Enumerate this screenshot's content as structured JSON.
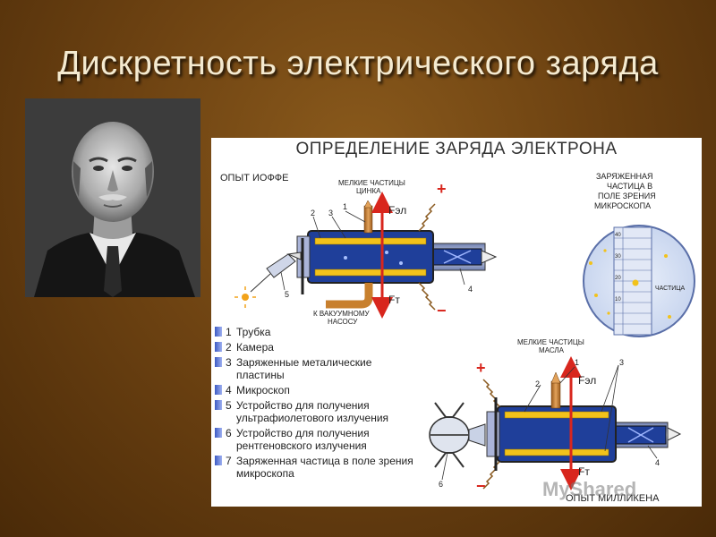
{
  "slide": {
    "title": "Дискретность электрического заряда"
  },
  "panel": {
    "title": "ОПРЕДЕЛЕНИЕ ЗАРЯДА ЭЛЕКТРОНА",
    "ioffe": {
      "heading": "ОПЫТ ИОФФЕ",
      "zinc_label_1": "МЕЛКИЕ ЧАСТИЦЫ",
      "zinc_label_2": "ЦИНКА",
      "vacuum_label_1": "К ВАКУУМНОМУ",
      "vacuum_label_2": "НАСОСУ",
      "force_el": "Fэл",
      "force_t": "Fт",
      "plus": "+",
      "minus": "−",
      "num_1": "1",
      "num_2": "2",
      "num_3": "3",
      "num_4": "4",
      "num_5": "5"
    },
    "microscope": {
      "label_1": "ЗАРЯЖЕННАЯ",
      "label_2": "ЧАСТИЦА В",
      "label_3": "ПОЛЕ ЗРЕНИЯ",
      "label_4": "МИКРОСКОПА",
      "particle_label": "ЧАСТИЦА",
      "scale_ticks": [
        "40",
        "30",
        "20",
        "10"
      ]
    },
    "millikan": {
      "heading": "ОПЫТ МИЛЛИКЕНА",
      "oil_label_1": "МЕЛКИЕ ЧАСТИЦЫ",
      "oil_label_2": "МАСЛА",
      "force_el": "Fэл",
      "force_t": "Fт",
      "plus": "+",
      "minus": "−",
      "num_1": "1",
      "num_2": "2",
      "num_3": "3",
      "num_4": "4",
      "num_6": "6"
    },
    "legend": [
      {
        "num": "1",
        "text": "Трубка"
      },
      {
        "num": "2",
        "text": "Камера"
      },
      {
        "num": "3",
        "text": "Заряженные металические пластины"
      },
      {
        "num": "4",
        "text": "Микроскоп"
      },
      {
        "num": "5",
        "text": "Устройство для получения ультрафиолетового излучения"
      },
      {
        "num": "6",
        "text": "Устройство для получения рентгеновского излучения"
      },
      {
        "num": "7",
        "text": "Заряженная частица в поле зрения микроскопа"
      }
    ]
  },
  "watermark": "MyShared",
  "colors": {
    "background": "#6e4312",
    "chamber_blue": "#1f3f9a",
    "plate_yellow": "#f2c21b",
    "force_arrow": "#d8261d",
    "tube_copper": "#c8802e"
  }
}
